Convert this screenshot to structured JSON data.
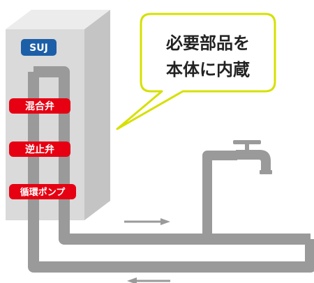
{
  "unit": {
    "badge_label": "SUJ",
    "components": [
      {
        "label": "混合弁"
      },
      {
        "label": "逆止弁"
      },
      {
        "label": "循環ポンプ"
      }
    ]
  },
  "callout": {
    "line1": "必要部品を",
    "line2": "本体に内蔵"
  },
  "flow": {
    "upper_arrow_direction": "right",
    "lower_arrow_direction": "left"
  },
  "colors": {
    "badge_blue": "#1C5FA8",
    "label_red": "#E60012",
    "callout_border": "#D6E000",
    "pipe_gray": "#9A9A9A",
    "box_front": "#DADADA",
    "box_side": "#C0C0C0",
    "box_top": "#ECECEC"
  }
}
